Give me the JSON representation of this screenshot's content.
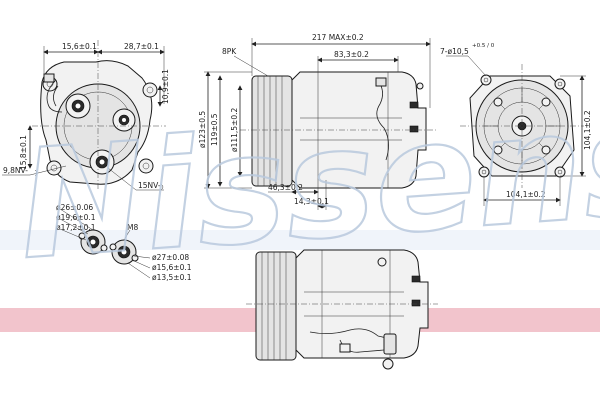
{
  "watermark": {
    "brand": "Nissens",
    "band_color": "#f2c4cc",
    "stroke_color": "#b9c9de"
  },
  "front_view": {
    "dims": {
      "top_a": "15,6±0.1",
      "top_b": "28,7±0.1",
      "right_v": "10,9±0.1",
      "left_v": "15,8±0.1",
      "port_left": "9,8NV-",
      "port_bottom": "15NV-",
      "thread": "M8"
    },
    "port_left_detail": [
      "ø26±0.06",
      "ø19,6±0.1",
      "ø17,2±0.1"
    ],
    "port_right_detail": [
      "ø27±0.08",
      "ø15,6±0.1",
      "ø13,5±0.1"
    ]
  },
  "side_view": {
    "pulley_label": "8PK",
    "dims": {
      "overall": "217 MAX±0.2",
      "body_length": "83,3±0.2",
      "d_outer": "ø123±0.5",
      "d_height": "119±0.5",
      "d_pulley": "ø111,5±0.2",
      "offset_a": "46,3±0.2",
      "offset_b": "14,3±0.1"
    }
  },
  "rear_view": {
    "dims": {
      "holes": "7-ø10,5",
      "holes_tol": "+0.5 / 0",
      "height": "104,1±0.2",
      "width": "104,1±0.2"
    }
  }
}
